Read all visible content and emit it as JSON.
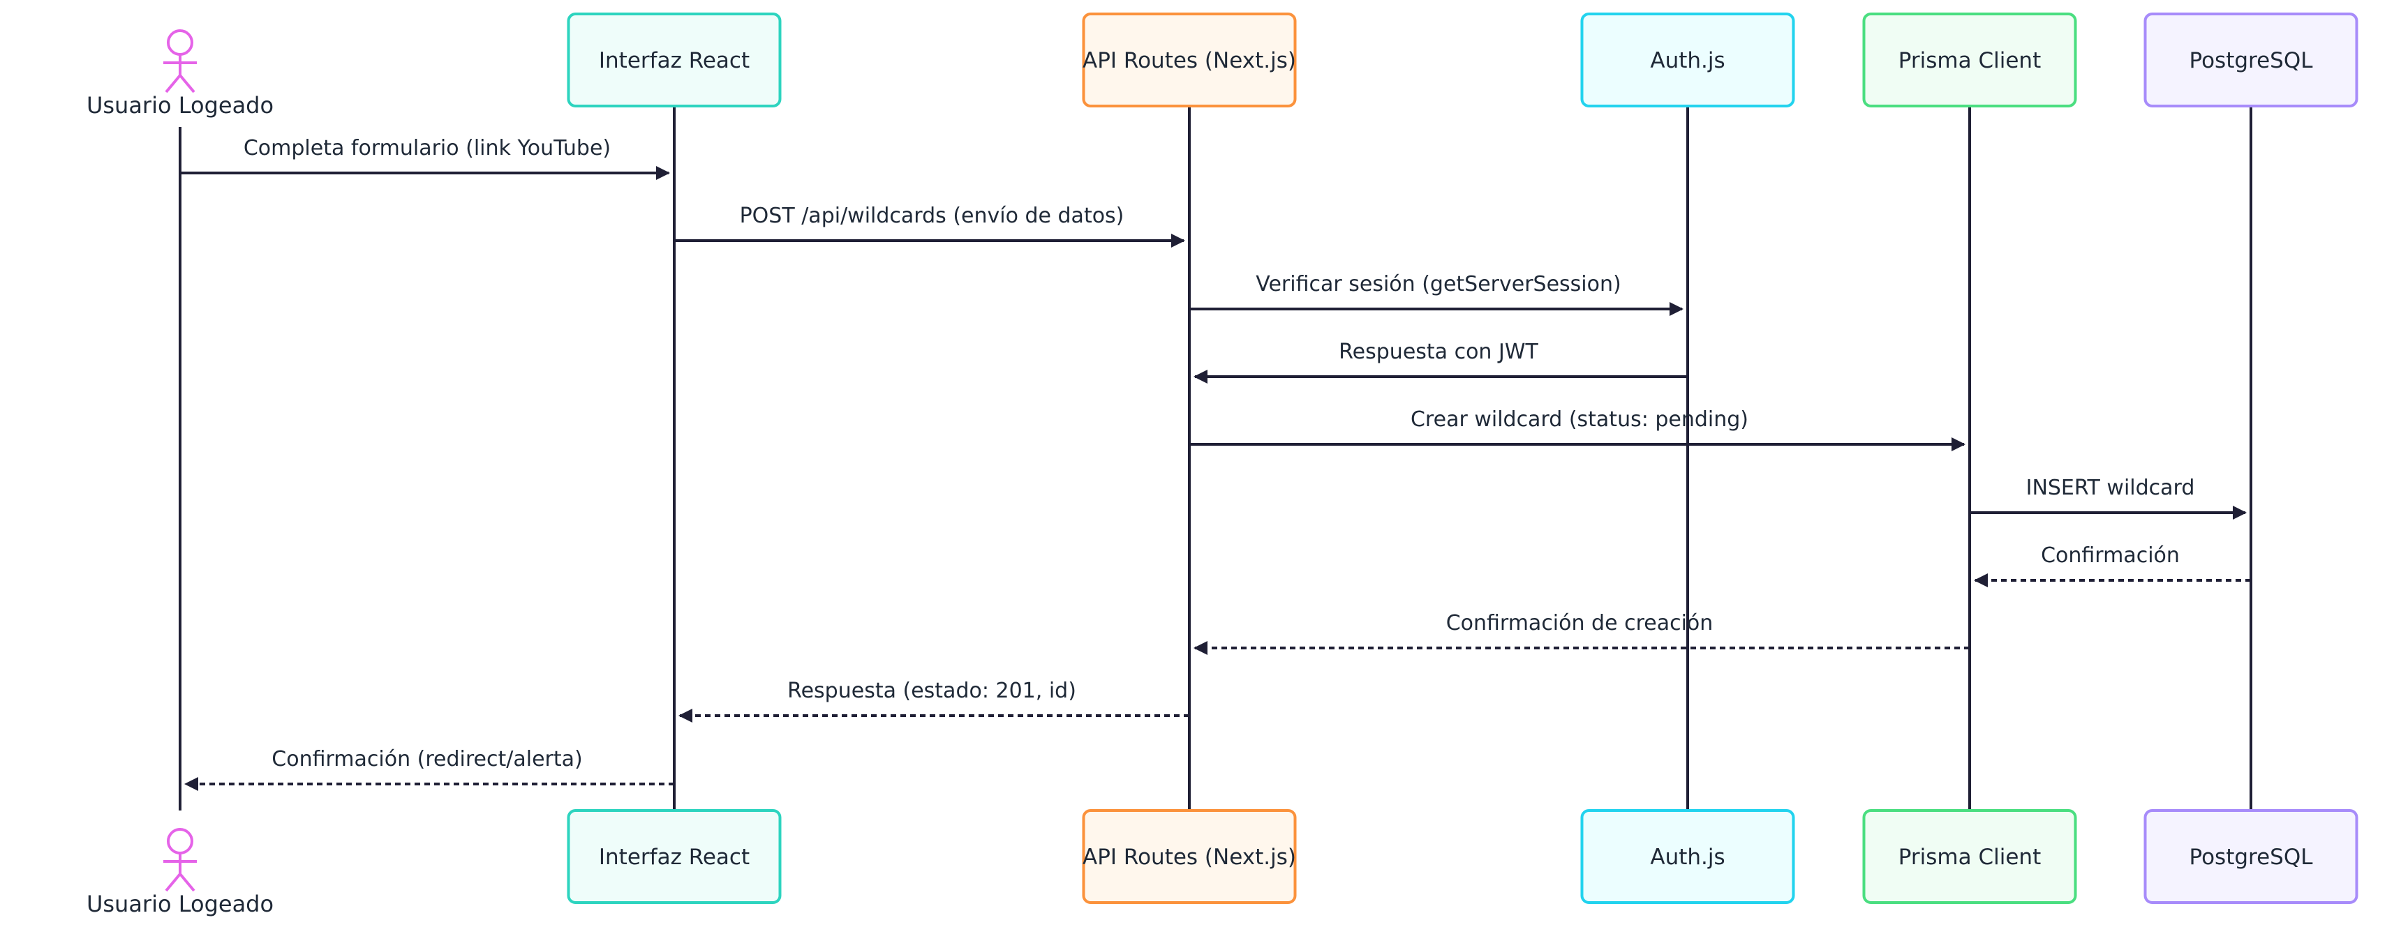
{
  "participants": [
    {
      "id": "user",
      "kind": "actor",
      "label": "Usuario Logeado",
      "stroke": "#e563e8",
      "fill": "none"
    },
    {
      "id": "react",
      "kind": "box",
      "label": "Interfaz React",
      "stroke": "#2dd4bf",
      "fill": "#effdfa"
    },
    {
      "id": "api",
      "kind": "box",
      "label": "API Routes (Next.js)",
      "stroke": "#fb923c",
      "fill": "#fff7ed"
    },
    {
      "id": "auth",
      "kind": "box",
      "label": "Auth.js",
      "stroke": "#22d3ee",
      "fill": "#ecfeff"
    },
    {
      "id": "prisma",
      "kind": "box",
      "label": "Prisma Client",
      "stroke": "#4ade80",
      "fill": "#f0fdf4"
    },
    {
      "id": "pg",
      "kind": "box",
      "label": "PostgreSQL",
      "stroke": "#a78bfa",
      "fill": "#f5f3ff"
    }
  ],
  "messages": [
    {
      "from": "user",
      "to": "react",
      "label": "Completa formulario (link YouTube)",
      "style": "solid"
    },
    {
      "from": "react",
      "to": "api",
      "label": "POST /api/wildcards (envío de datos)",
      "style": "solid"
    },
    {
      "from": "api",
      "to": "auth",
      "label": "Verificar sesión (getServerSession)",
      "style": "solid"
    },
    {
      "from": "auth",
      "to": "api",
      "label": "Respuesta con JWT",
      "style": "solid"
    },
    {
      "from": "api",
      "to": "prisma",
      "label": "Crear wildcard (status: pending)",
      "style": "solid"
    },
    {
      "from": "prisma",
      "to": "pg",
      "label": "INSERT wildcard",
      "style": "solid"
    },
    {
      "from": "pg",
      "to": "prisma",
      "label": "Confirmación",
      "style": "dashed"
    },
    {
      "from": "prisma",
      "to": "api",
      "label": "Confirmación de creación",
      "style": "dashed"
    },
    {
      "from": "api",
      "to": "react",
      "label": "Respuesta (estado: 201, id)",
      "style": "dashed"
    },
    {
      "from": "react",
      "to": "user",
      "label": "Confirmación (redirect/alerta)",
      "style": "dashed"
    }
  ],
  "colors": {
    "line": "#1f1f35",
    "text": "#1f2937"
  }
}
